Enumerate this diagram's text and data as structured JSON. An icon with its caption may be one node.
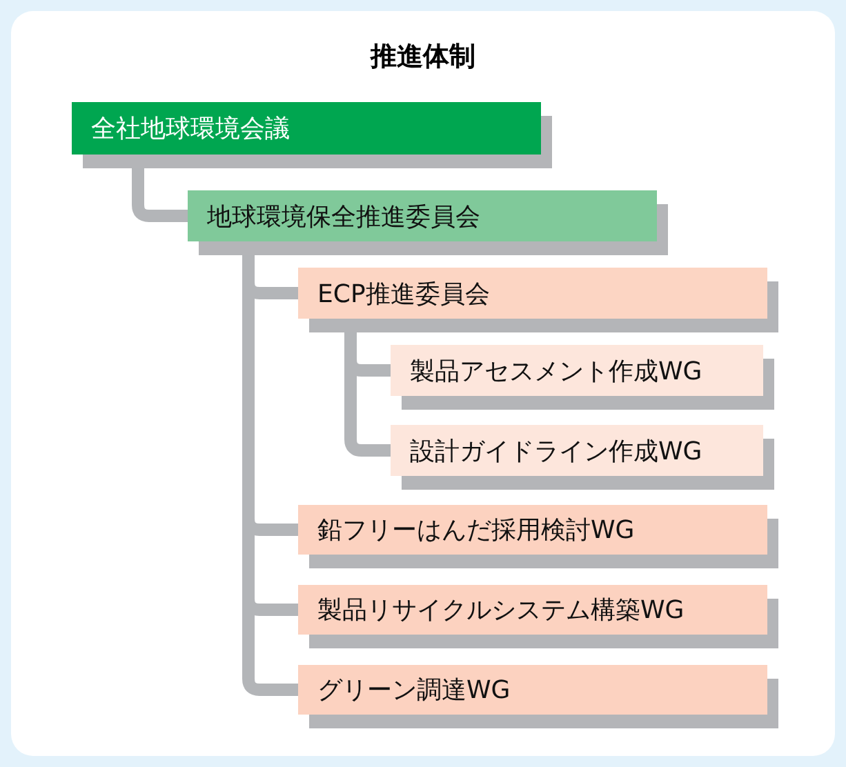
{
  "diagram": {
    "title": "推進体制",
    "nodes": [
      {
        "text": [
          "全社地球環境会議"
        ]
      },
      {
        "text": [
          "地球環境保全推進委員会"
        ]
      },
      {
        "text": [
          "ECP推進委員会"
        ]
      },
      {
        "text": [
          "製品アセスメント作成WG"
        ]
      },
      {
        "text": [
          "設計ガイドライン作成WG"
        ]
      },
      {
        "text": [
          "鉛フリーはんだ採用検討WG"
        ]
      },
      {
        "text": [
          "製品リサイクルシステム構築WG"
        ]
      },
      {
        "text": [
          "グリーン調達WG"
        ]
      }
    ],
    "edges": [
      {
        "from": 0,
        "to": 1,
        "arrow": "none"
      },
      {
        "from": 1,
        "to": 2,
        "arrow": "none"
      },
      {
        "from": 2,
        "to": 3,
        "arrow": "none"
      },
      {
        "from": 2,
        "to": 4,
        "arrow": "none"
      },
      {
        "from": 1,
        "to": 5,
        "arrow": "none"
      },
      {
        "from": 1,
        "to": 6,
        "arrow": "none"
      },
      {
        "from": 1,
        "to": 7,
        "arrow": "none"
      }
    ]
  }
}
